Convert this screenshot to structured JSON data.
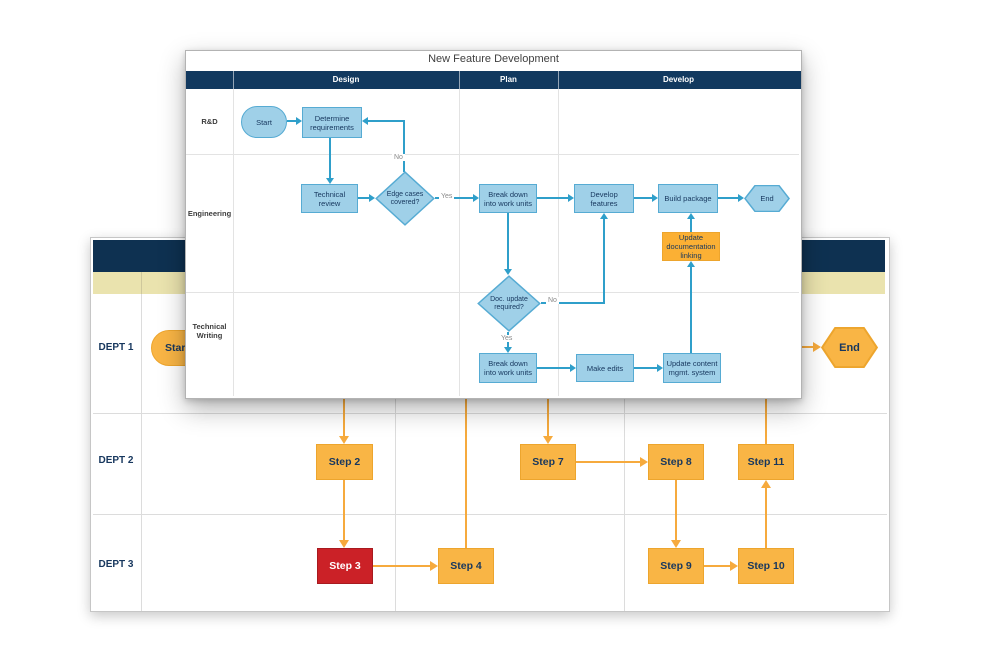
{
  "fg": {
    "title": "New Feature Development",
    "columns": {
      "design": "Design",
      "plan": "Plan",
      "develop": "Develop"
    },
    "lanes": {
      "rnd": "R&D",
      "eng": "Engineering",
      "tw": "Technical Writing"
    },
    "nodes": {
      "start": "Start",
      "determine": "Determine requirements",
      "techReview": "Technical review",
      "edgeCases": "Edge cases covered?",
      "breakdownEng": "Break down into work units",
      "developFeatures": "Develop features",
      "buildPackage": "Build package",
      "end": "End",
      "docUpdate": "Doc. update required?",
      "breakdownTw": "Break down into work units",
      "makeEdits": "Make edits",
      "updateCms": "Update content mgmt. system",
      "updateDoc": "Update documentation linking"
    },
    "labels": {
      "yes1": "Yes",
      "no1": "No",
      "yes2": "Yes",
      "no2": "No"
    }
  },
  "bg": {
    "lanes": {
      "d1": "DEPT 1",
      "d2": "DEPT 2",
      "d3": "DEPT 3"
    },
    "nodes": {
      "start": "Start",
      "end": "End",
      "s2": "Step 2",
      "s3": "Step 3",
      "s4": "Step 4",
      "s7": "Step 7",
      "s8": "Step 8",
      "s9": "Step 9",
      "s10": "Step 10",
      "s11": "Step 11"
    }
  },
  "colors": {
    "navy": "#0e3151",
    "headerNavy": "#12395f",
    "tanBand": "#eae3ae",
    "blueFill": "#9fd0e8",
    "blueBorder": "#56abd3",
    "blueLine": "#2f9fca",
    "orangeFill": "#f9b545",
    "orangeBorder": "#eda52d",
    "orangeLine": "#f6aa3d",
    "redFill": "#cb2127",
    "textNavy": "#17375e"
  }
}
